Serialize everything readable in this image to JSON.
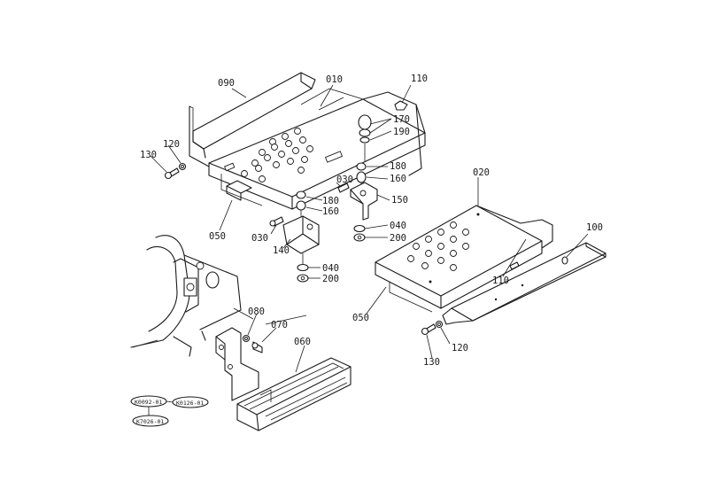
{
  "parts": {
    "p090": "090",
    "p010": "010",
    "p110a": "110",
    "p170": "170",
    "p190": "190",
    "p120a": "120",
    "p130a": "130",
    "p180a": "180",
    "p160a": "160",
    "p030a": "030",
    "p150": "150",
    "p180b": "180",
    "p160b": "160",
    "p040a": "040",
    "p200a": "200",
    "p050a": "050",
    "p030b": "030",
    "p140": "140",
    "p040b": "040",
    "p200b": "200",
    "p020": "020",
    "p100": "100",
    "p110b": "110",
    "p050b": "050",
    "p080": "080",
    "p070": "070",
    "p060": "060",
    "p120b": "120",
    "p130b": "130"
  },
  "references": {
    "r1": "K0092-01",
    "r2": "K0126-01",
    "r3": "K7026-01"
  }
}
